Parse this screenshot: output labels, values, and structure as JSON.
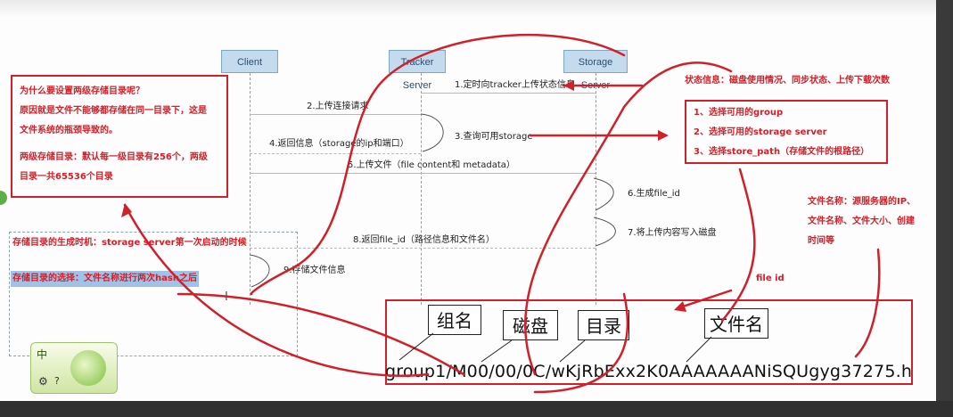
{
  "lifelines": {
    "client": "Client",
    "tracker": "Tracker Server",
    "storage": "Storage Server"
  },
  "messages": {
    "m1": "1.定时向tracker上传状态信息",
    "m2": "2.上传连接请求",
    "m3": "3.查询可用storage",
    "m4": "4.返回信息（storage的ip和端口）",
    "m5": "5.上传文件（file content和 metadata）",
    "m6": "6.生成file_id",
    "m7": "7.将上传内容写入磁盘",
    "m8": "8.返回file_id（路径信息和文件名）",
    "m9": "9.存储文件信息"
  },
  "notes": {
    "why_title": "为什么要设置两级存储目录呢？",
    "why_line1": "原因就是文件不能够都存储在同一目录下，这是",
    "why_line2": "文件系统的瓶颈导致的。",
    "two_level1": "两级存储目录：默认每一级目录有256个，两级",
    "two_level2": "目录一共65536个目录",
    "gen_time": "存储目录的生成时机：storage server第一次启动的时候",
    "select_dir": "存储目录的选择：文件名称进行两次hash之后",
    "status_info": "状态信息：磁盘使用情况、同步状态、上传下载次数",
    "choose1": "1、选择可用的group",
    "choose2": "2、选择可用的storage server",
    "choose3": "3、选择store_path（存储文件的根路径）",
    "filename1": "文件名称：源服务器的IP、",
    "filename2": "文件名称、文件大小、创建",
    "filename3": "时间等",
    "file_id": "file id"
  },
  "file_id_box": {
    "labels": [
      "组名",
      "磁盘",
      "目录",
      "文件名"
    ],
    "path": "group1/M00/00/0C/wKjRbExx2K0AAAAAAANiSQUgyg37275.h"
  },
  "widget": {
    "label": "中",
    "help": "?"
  },
  "colors": {
    "accent_red": "#d0202a",
    "lifeline_head": "#c4dbee",
    "highlight": "#9fc3e8"
  }
}
